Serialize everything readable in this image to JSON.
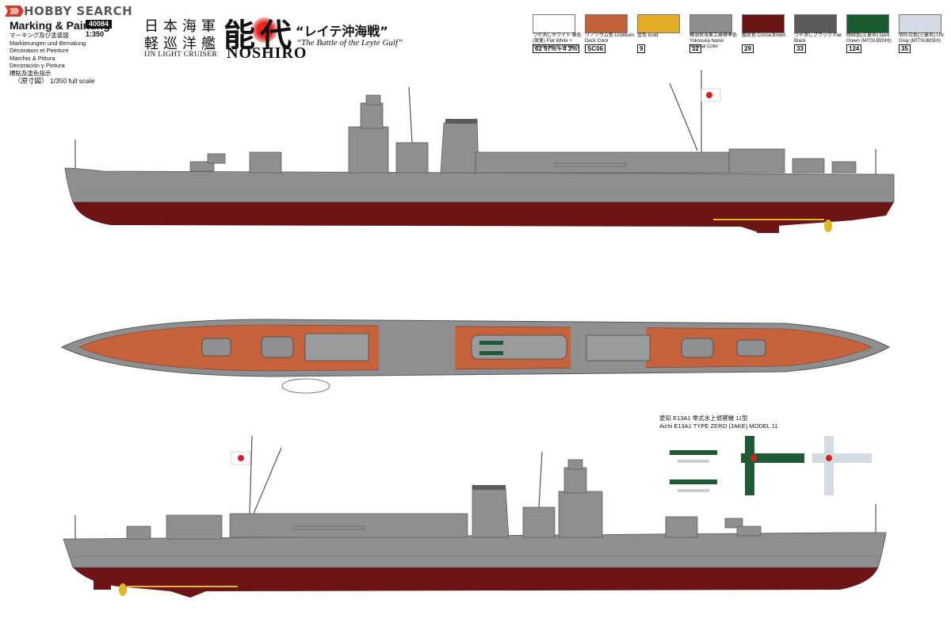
{
  "header": {
    "logo_text": "HOBBY SEARCH",
    "kit_number": "40084",
    "scale": "1:350",
    "marking_title": "Marking & Painting",
    "multilang": [
      "マーキング及び塗装図",
      "Markierungen und Bemalung",
      "Décoration et Peinture",
      "Marchio & Pittura",
      "Decoración y Pintura",
      "標貼及塗色指示"
    ],
    "full_scale": "〈原寸図〉 1/350 full scale",
    "jp_title_line1": "日本海軍",
    "jp_title_line2": "軽巡洋艦",
    "ijn_label": "IJN LIGHT CRUISER",
    "ship_kanji": "能代",
    "ship_name": "NOSHIRO",
    "battle_jp": "“レイテ沖海戦”",
    "battle_en": "“The Battle of the Leyte Gulf”"
  },
  "swatches": [
    {
      "color": "#ffffff",
      "label": "つや消しホワイト 黄色(微量) Flat White + Yellow (small amount)",
      "code": "62 97%＋4 3%"
    },
    {
      "color": "#c2613a",
      "label": "リノリウム色 Linoleum Deck Color",
      "code": "SC06"
    },
    {
      "color": "#e3ad2a",
      "label": "金色 Gold",
      "code": "9"
    },
    {
      "color": "#8c8d8f",
      "label": "横須賀海軍工廠標準色 Yokosuka Naval Arsenal Color",
      "code": "32"
    },
    {
      "color": "#6b1414",
      "label": "艦底色 Cocoa Brown",
      "code": "29"
    },
    {
      "color": "#5a5b5c",
      "label": "つや消しブラック Flat Black",
      "code": "33"
    },
    {
      "color": "#1b5b32",
      "label": "暗緑色(三菱系) Dark Green (MITSUBISHI)",
      "code": "124"
    },
    {
      "color": "#d4dbe2",
      "label": "明灰白色(三菱系) IJN Gray (MITSUBISHI)",
      "code": "35"
    }
  ],
  "colors": {
    "hull_gray": "#8e8f91",
    "deck_linoleum": "#c6633c",
    "hull_bottom": "#6d1515",
    "propeller_gold": "#e3b52a",
    "aircraft_green": "#1e5a33",
    "hinomaru_red": "#d52020"
  },
  "aircraft": {
    "title_jp": "愛知 E13A1 零式水上偵察機 11型",
    "title_en": "Aichi E13A1 TYPE ZERO (JAKE) MODEL 11"
  }
}
